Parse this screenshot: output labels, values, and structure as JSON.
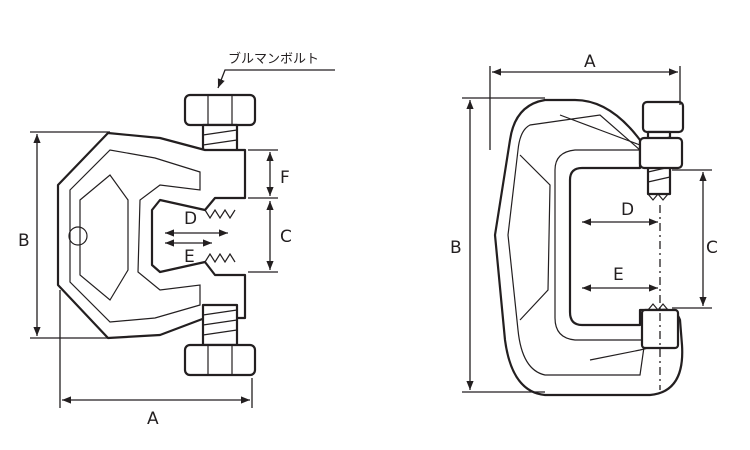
{
  "left_figure": {
    "callout": "ブルマンボルト",
    "labels": {
      "A": "A",
      "B": "B",
      "C": "C",
      "D": "D",
      "E": "E",
      "F": "F"
    }
  },
  "right_figure": {
    "labels": {
      "A": "A",
      "B": "B",
      "C": "C",
      "D": "D",
      "E": "E"
    }
  },
  "colors": {
    "line": "#231f20",
    "background": "#ffffff"
  }
}
